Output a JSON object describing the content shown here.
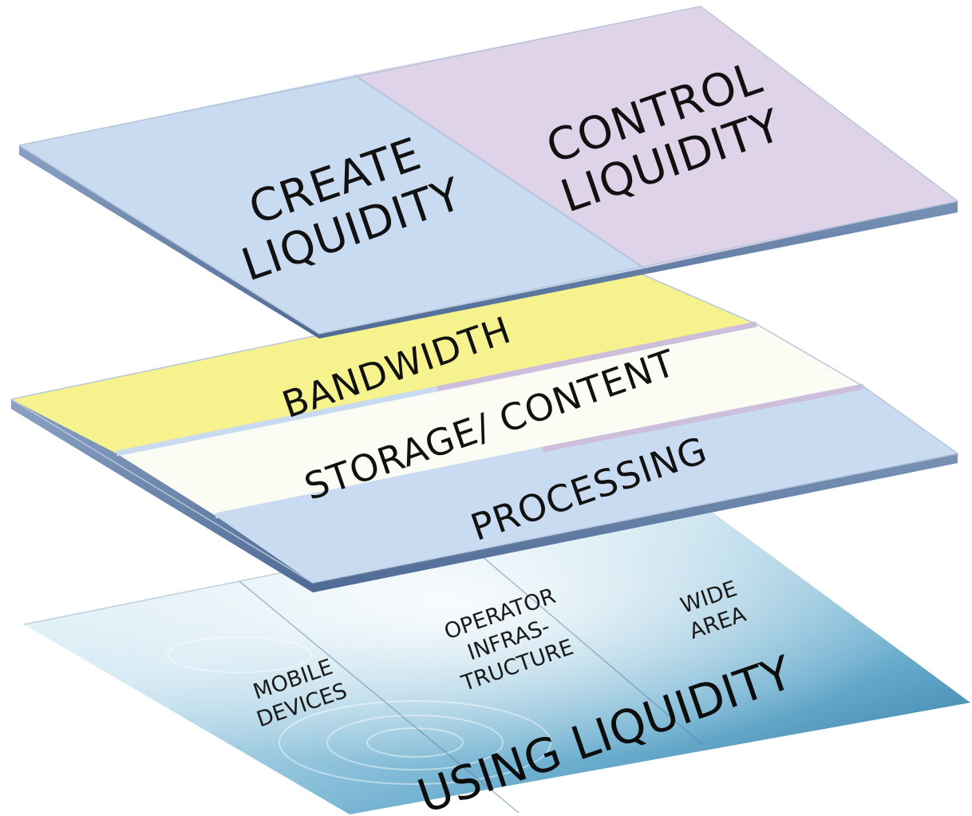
{
  "layers": {
    "top": {
      "left_panel": {
        "line1": "CREATE",
        "line2": "LIQUIDITY"
      },
      "right_panel": {
        "line1": "CONTROL",
        "line2": "LIQUIDITY"
      }
    },
    "middle": {
      "bands": [
        "BANDWIDTH",
        "STORAGE/ CONTENT",
        "PROCESSING"
      ]
    },
    "bottom": {
      "segments": [
        {
          "line1": "MOBILE",
          "line2": "DEVICES"
        },
        {
          "line1": "OPERATOR",
          "line2": "INFRAS-",
          "line3": "TRUCTURE"
        },
        {
          "line1": "WIDE",
          "line2": "AREA"
        }
      ],
      "title": "USING LIQUIDITY"
    }
  },
  "colors": {
    "create": "#c9dbf1",
    "control": "#dfd3e9",
    "bandwidth": "#f6f28e",
    "storage": "#fbfdf4",
    "processing": "#c9dbf1",
    "edge": "#6d87ad",
    "water_light": "#e8f5fb",
    "water_dark": "#1f6f98"
  }
}
